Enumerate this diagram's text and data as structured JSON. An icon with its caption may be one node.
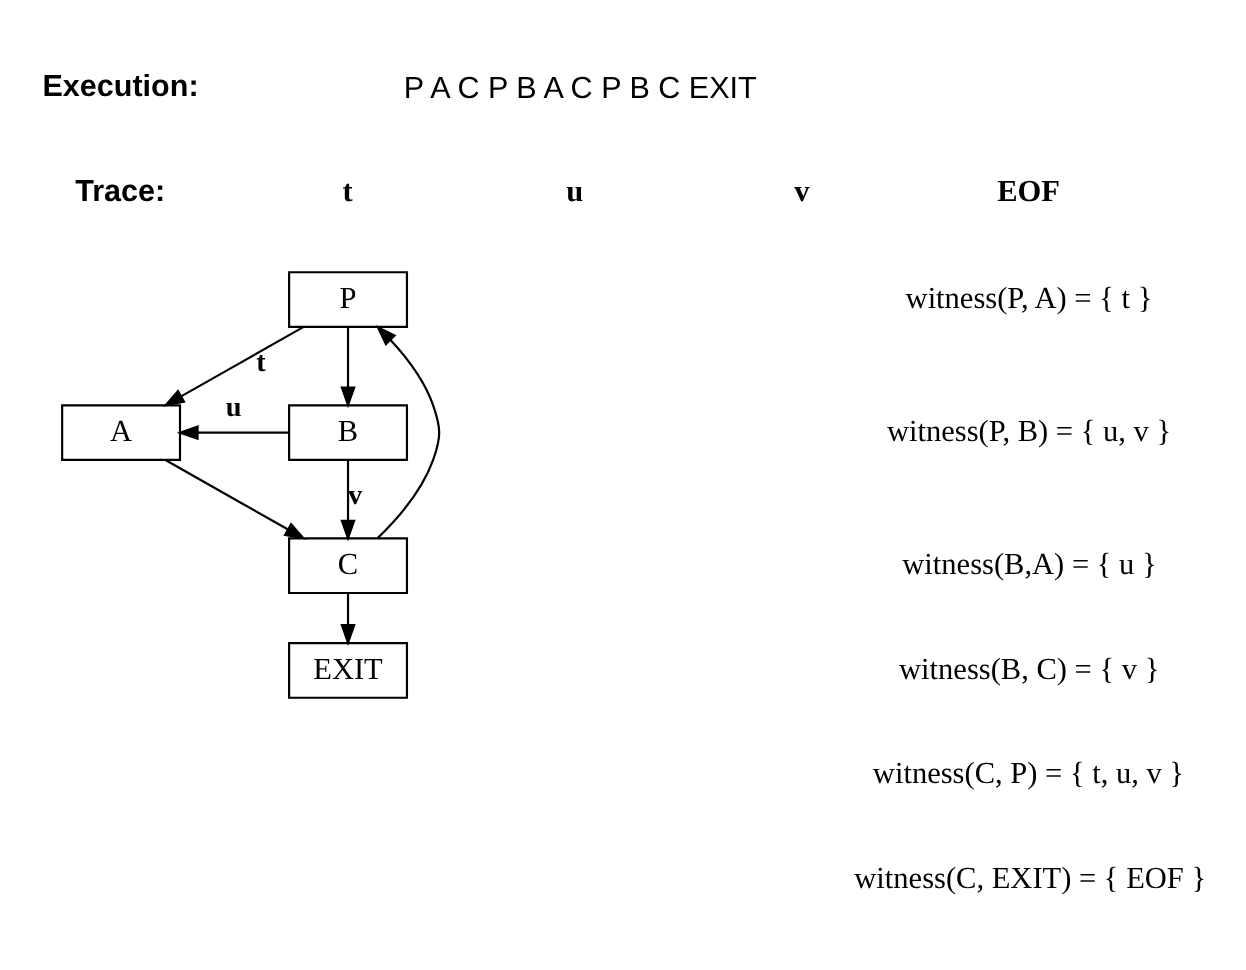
{
  "diagram": {
    "nodes": [
      {
        "text": [
          "P"
        ]
      },
      {
        "text": [
          "A"
        ]
      },
      {
        "text": [
          "B"
        ]
      },
      {
        "text": [
          "C"
        ]
      },
      {
        "text": [
          "EXIT"
        ]
      }
    ],
    "edges": [
      {
        "from": 0,
        "to": 1,
        "arrow": "to",
        "label": "t"
      },
      {
        "from": 0,
        "to": 2,
        "arrow": "to"
      },
      {
        "from": 2,
        "to": 1,
        "arrow": "to",
        "label": "u"
      },
      {
        "from": 1,
        "to": 3,
        "arrow": "to"
      },
      {
        "from": 2,
        "to": 3,
        "arrow": "to",
        "label": "v"
      },
      {
        "from": 3,
        "to": 0,
        "arrow": "to"
      },
      {
        "from": 3,
        "to": 4,
        "arrow": "to"
      }
    ],
    "labels": [
      "Execution:",
      "P A C P B A C P B C EXIT",
      "Trace:",
      "t",
      "u",
      "v",
      "EOF",
      "witness(P, A) = { t }",
      "witness(P, B) = { u, v }",
      "witness(B,A) = { u }",
      "witness(B, C) = { v }",
      "witness(C, P) = { t, u, v }",
      "witness(C, EXIT) = { EOF }"
    ]
  }
}
